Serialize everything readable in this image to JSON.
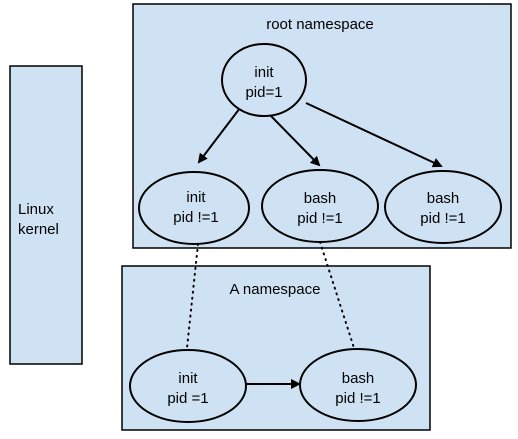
{
  "kernel": {
    "line1": "Linux",
    "line2": "kernel"
  },
  "root_namespace": {
    "label": "root namespace",
    "nodes": {
      "init": {
        "line1": "init",
        "line2": "pid=1"
      },
      "child_init": {
        "line1": "init",
        "line2": "pid !=1"
      },
      "child_bash_a": {
        "line1": "bash",
        "line2": "pid !=1"
      },
      "child_bash_b": {
        "line1": "bash",
        "line2": "pid !=1"
      }
    }
  },
  "a_namespace": {
    "label": "A namespace",
    "nodes": {
      "init": {
        "line1": "init",
        "line2": "pid =1"
      },
      "bash": {
        "line1": "bash",
        "line2": "pid !=1"
      }
    }
  }
}
